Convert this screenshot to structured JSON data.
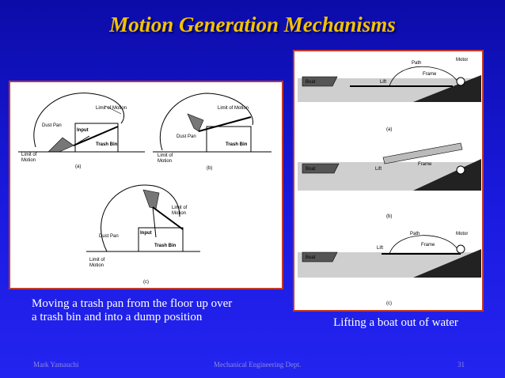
{
  "slide": {
    "title": "Motion Generation Mechanisms",
    "caption_left_line1": "Moving a trash pan from the floor up over",
    "caption_left_line2": "a trash bin and into a dump position",
    "caption_right": "Lifting a boat out of water",
    "footer_left": "Mark Yamauchi",
    "footer_center": "Mechanical Engineering Dept.",
    "footer_right": "31"
  },
  "trash_figure": {
    "limit_of_motion": "Limit of Motion",
    "limit_of": "Limit of",
    "motion": "Motion",
    "limit": "Limit of",
    "dust_pan": "Dust Pan",
    "input": "Input",
    "trash_bin": "Trash Bin",
    "label_a": "(a)",
    "label_b": "(b)",
    "label_c": "(c)"
  },
  "boat_figure": {
    "motor": "Motor",
    "path": "Path",
    "frame": "Frame",
    "boat": "Boat",
    "lift": "Lift",
    "label_a": "(a)",
    "label_b": "(b)",
    "label_c": "(c)"
  }
}
